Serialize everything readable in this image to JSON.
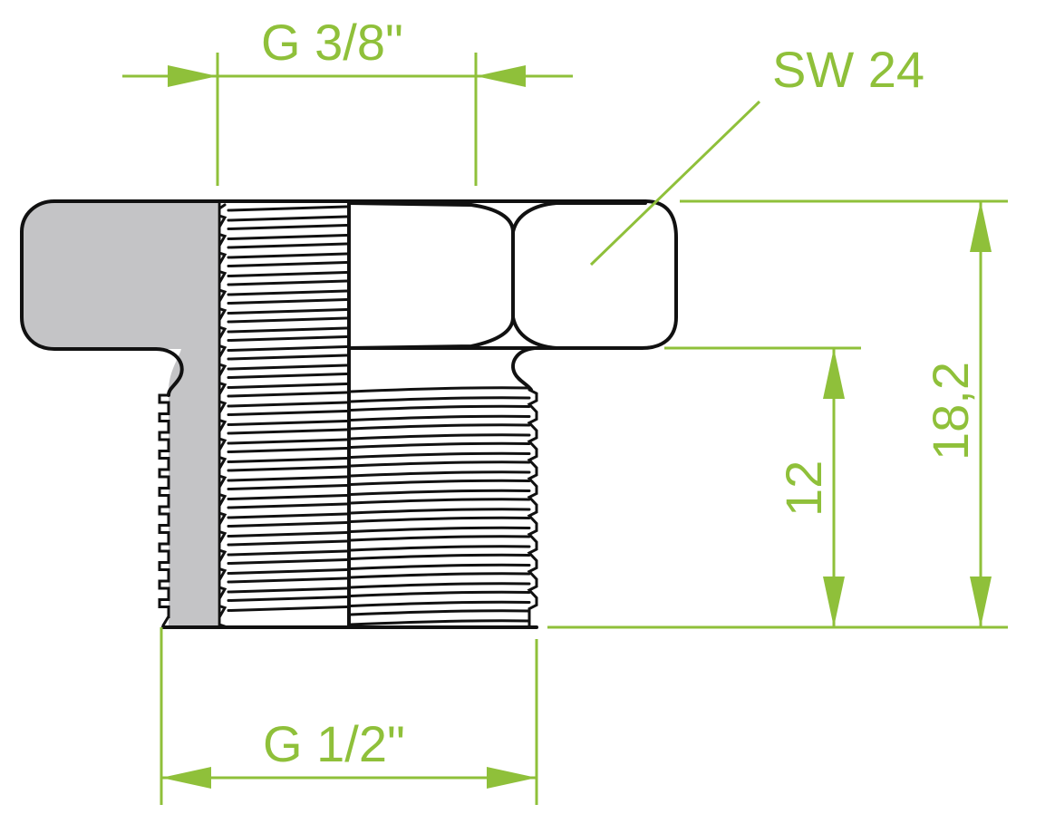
{
  "drawing": {
    "colors": {
      "dimension": "#8fc03a",
      "outline": "#111111",
      "section": "#c4c4c6",
      "background": "#ffffff"
    },
    "dimensions": {
      "top_thread": "G 3/8\"",
      "bottom_thread": "G 1/2\"",
      "wrench_size": "SW 24",
      "thread_length": "12",
      "total_length": "18,2"
    }
  }
}
